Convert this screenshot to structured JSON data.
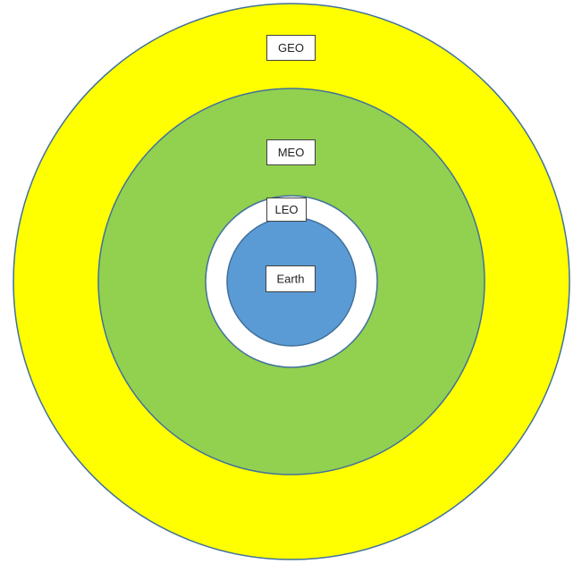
{
  "diagram": {
    "layers": [
      {
        "key": "geo",
        "label": "GEO",
        "color": "#ffff00"
      },
      {
        "key": "meo",
        "label": "MEO",
        "color": "#92d050"
      },
      {
        "key": "leo",
        "label": "LEO",
        "color": "#ffffff"
      },
      {
        "key": "earth",
        "label": "Earth",
        "color": "#5b9bd5"
      }
    ],
    "outline_color": "#41719c"
  }
}
